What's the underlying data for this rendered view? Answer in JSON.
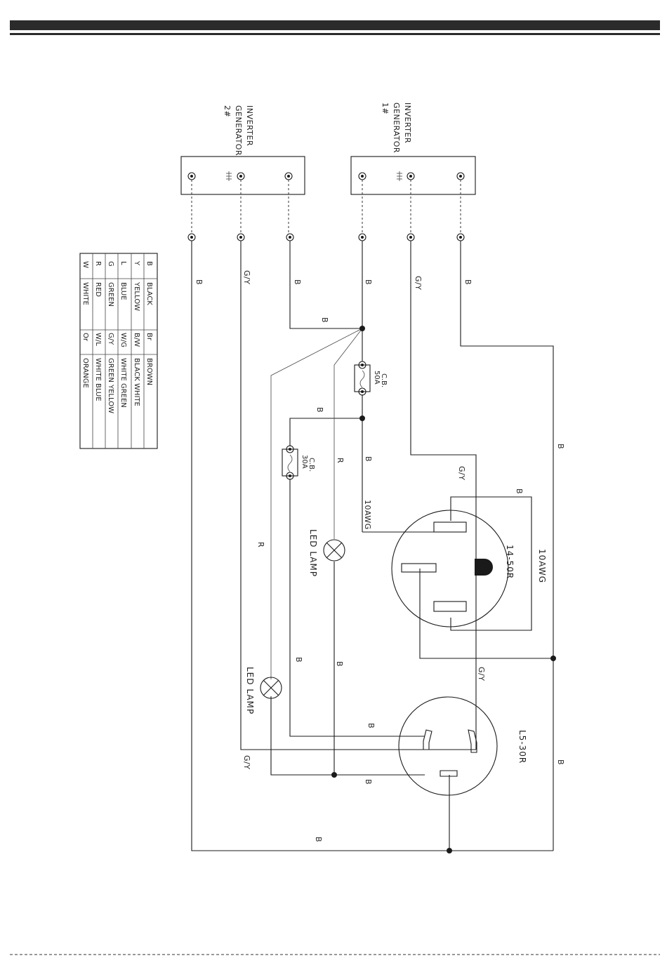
{
  "generators": {
    "gen2": {
      "title_line1": "INVERTER",
      "title_line2": "GENERATOR",
      "title_line3": "2#"
    },
    "gen1": {
      "title_line1": "INVERTER",
      "title_line2": "GENERATOR",
      "title_line3": "1#"
    }
  },
  "legend": {
    "rows": [
      {
        "code": "B",
        "name": "BLACK",
        "code2": "Br",
        "name2": "BROWN"
      },
      {
        "code": "Y",
        "name": "YELLOW",
        "code2": "B/W",
        "name2": "BLACK WHITE"
      },
      {
        "code": "L",
        "name": "BLUE",
        "code2": "W/G",
        "name2": "WHITE GREEN"
      },
      {
        "code": "G",
        "name": "GREEN",
        "code2": "G/Y",
        "name2": "GREEN YELLOW"
      },
      {
        "code": "R",
        "name": "RED",
        "code2": "W/L",
        "name2": "WHITE BLUE"
      },
      {
        "code": "W",
        "name": "WHITE",
        "code2": "Or",
        "name2": "ORANGE"
      }
    ]
  },
  "wire_labels": {
    "b": "B",
    "gy": "G/Y",
    "r": "R",
    "awg": "10AWG"
  },
  "breakers": {
    "cb1": {
      "line1": "C.B.",
      "line2": "50A"
    },
    "cb2": {
      "line1": "C.B.",
      "line2": "30A"
    }
  },
  "lamps": {
    "lamp1": "LED LAMP",
    "lamp2": "LED LAMP"
  },
  "receptacles": {
    "r1": "14-50R",
    "r2": "L5-30R"
  },
  "colors": {
    "ink": "#1a1a1a",
    "header_bar": "#2b2b2b"
  }
}
